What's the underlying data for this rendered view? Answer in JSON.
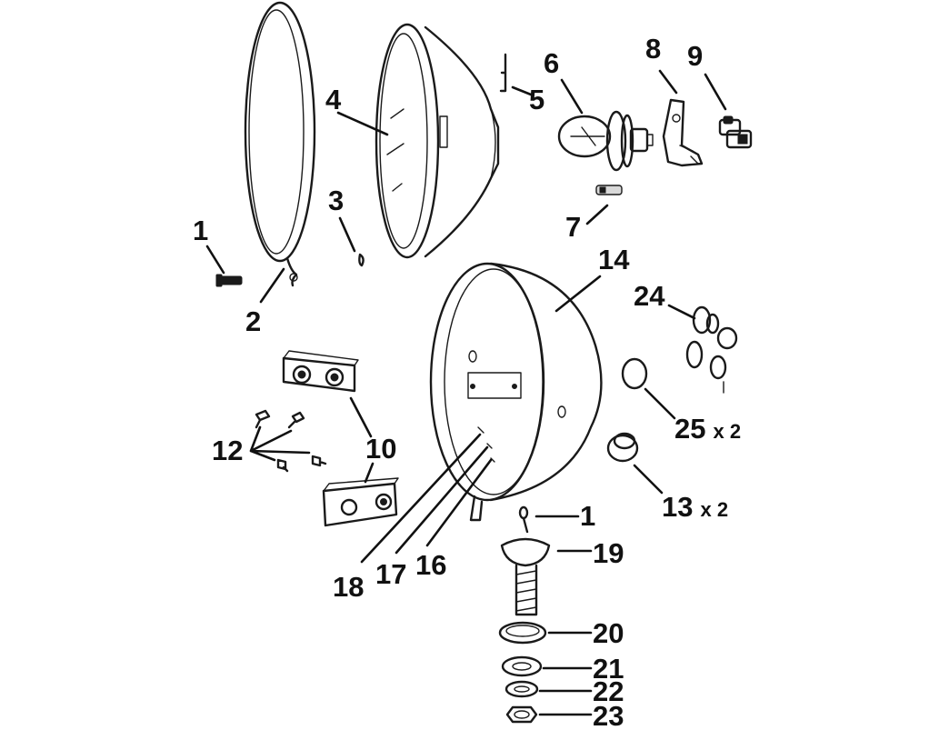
{
  "callouts": [
    {
      "id": "c1a",
      "number": "1",
      "qty": ""
    },
    {
      "id": "c2",
      "number": "2",
      "qty": ""
    },
    {
      "id": "c3",
      "number": "3",
      "qty": ""
    },
    {
      "id": "c4",
      "number": "4",
      "qty": ""
    },
    {
      "id": "c5",
      "number": "5",
      "qty": ""
    },
    {
      "id": "c6",
      "number": "6",
      "qty": ""
    },
    {
      "id": "c7",
      "number": "7",
      "qty": ""
    },
    {
      "id": "c8",
      "number": "8",
      "qty": ""
    },
    {
      "id": "c9",
      "number": "9",
      "qty": ""
    },
    {
      "id": "c10",
      "number": "10",
      "qty": ""
    },
    {
      "id": "c12",
      "number": "12",
      "qty": ""
    },
    {
      "id": "c13",
      "number": "13",
      "qty": "x 2"
    },
    {
      "id": "c14",
      "number": "14",
      "qty": ""
    },
    {
      "id": "c16",
      "number": "16",
      "qty": ""
    },
    {
      "id": "c17",
      "number": "17",
      "qty": ""
    },
    {
      "id": "c18",
      "number": "18",
      "qty": ""
    },
    {
      "id": "c1b",
      "number": "1",
      "qty": ""
    },
    {
      "id": "c19",
      "number": "19",
      "qty": ""
    },
    {
      "id": "c20",
      "number": "20",
      "qty": ""
    },
    {
      "id": "c21",
      "number": "21",
      "qty": ""
    },
    {
      "id": "c22",
      "number": "22",
      "qty": ""
    },
    {
      "id": "c23",
      "number": "23",
      "qty": ""
    },
    {
      "id": "c24",
      "number": "24",
      "qty": ""
    },
    {
      "id": "c25",
      "number": "25",
      "qty": "x 2"
    }
  ]
}
